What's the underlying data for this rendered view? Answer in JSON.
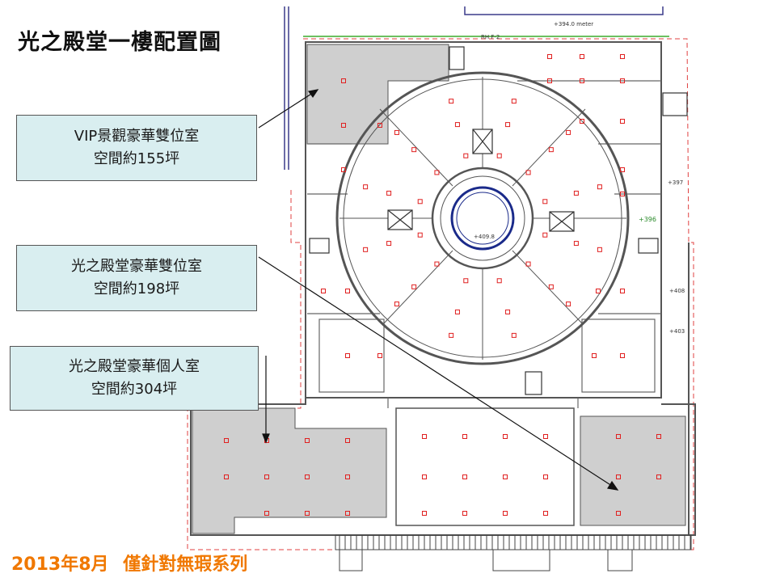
{
  "title": "光之殿堂一樓配置圖",
  "callouts": [
    {
      "name": "VIP景觀豪華雙位室",
      "area": "空間約155坪"
    },
    {
      "name": "光之殿堂豪華雙位室",
      "area": "空間約198坪"
    },
    {
      "name": "光之殿堂豪華個人室",
      "area": "空間約304坪"
    }
  ],
  "footer": {
    "date": "2013年8月",
    "series": "僅針對無瑕系列",
    "color": "#f07800"
  },
  "colors": {
    "callout_bg": "#d9eef0",
    "room_gray": "#cfcfcf",
    "wall": "#555555",
    "marker": "#e02020",
    "guide_line": "#e04040",
    "green_line": "#6cc060"
  },
  "plan_labels": {
    "top_dim": "+394.0 meter",
    "center_level": "+409.8",
    "right_level_1": "+396",
    "right_level_2": "+408",
    "right_level_3": "+403",
    "right_level_4": "+397",
    "stair_top": "RH F-2"
  }
}
